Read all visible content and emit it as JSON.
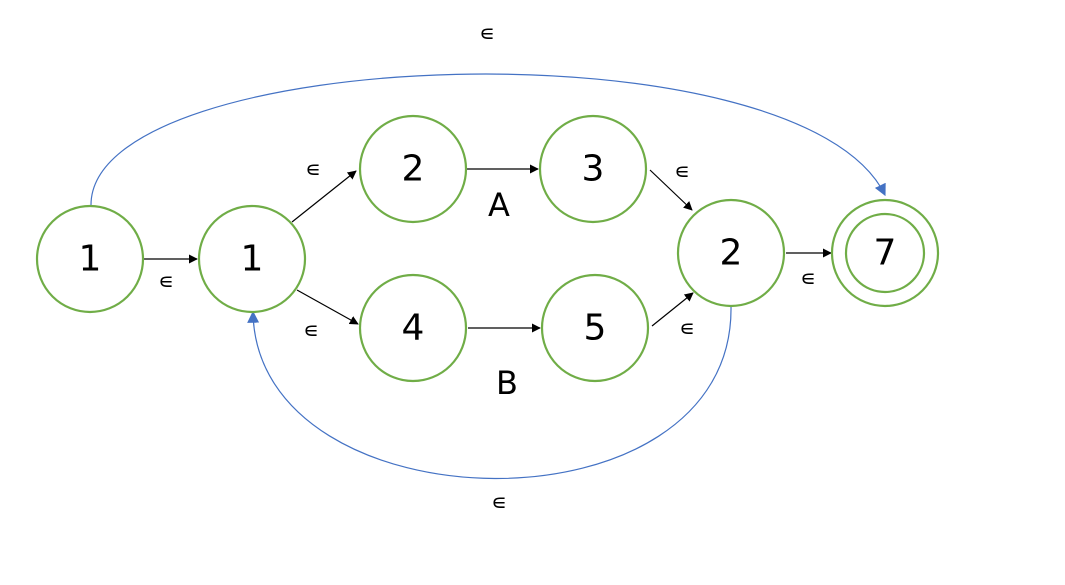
{
  "diagram": {
    "type": "state-machine",
    "colors": {
      "node_stroke": "#70ad47",
      "transition": "#000000",
      "loop_transition": "#4472c4"
    },
    "nodes": [
      {
        "id": "n0",
        "label": "1",
        "accepting": false
      },
      {
        "id": "n1",
        "label": "1",
        "accepting": false
      },
      {
        "id": "n2",
        "label": "2",
        "accepting": false
      },
      {
        "id": "n3",
        "label": "3",
        "accepting": false
      },
      {
        "id": "n4",
        "label": "4",
        "accepting": false
      },
      {
        "id": "n5",
        "label": "5",
        "accepting": false
      },
      {
        "id": "n6",
        "label": "2",
        "accepting": false
      },
      {
        "id": "n7",
        "label": "7",
        "accepting": true
      }
    ],
    "edges": [
      {
        "id": "e0",
        "from": "n0",
        "to": "n1",
        "label": "∊"
      },
      {
        "id": "e1",
        "from": "n1",
        "to": "n2",
        "label": "∊"
      },
      {
        "id": "e2",
        "from": "n1",
        "to": "n4",
        "label": "∊"
      },
      {
        "id": "e3",
        "from": "n2",
        "to": "n3",
        "label": "A"
      },
      {
        "id": "e4",
        "from": "n4",
        "to": "n5",
        "label": "B"
      },
      {
        "id": "e5",
        "from": "n3",
        "to": "n6",
        "label": "∊"
      },
      {
        "id": "e6",
        "from": "n5",
        "to": "n6",
        "label": "∊"
      },
      {
        "id": "e7",
        "from": "n6",
        "to": "n7",
        "label": "∊"
      },
      {
        "id": "e8",
        "from": "n0",
        "to": "n7",
        "label": "∊"
      },
      {
        "id": "e9",
        "from": "n6",
        "to": "n1",
        "label": "∊"
      }
    ]
  }
}
